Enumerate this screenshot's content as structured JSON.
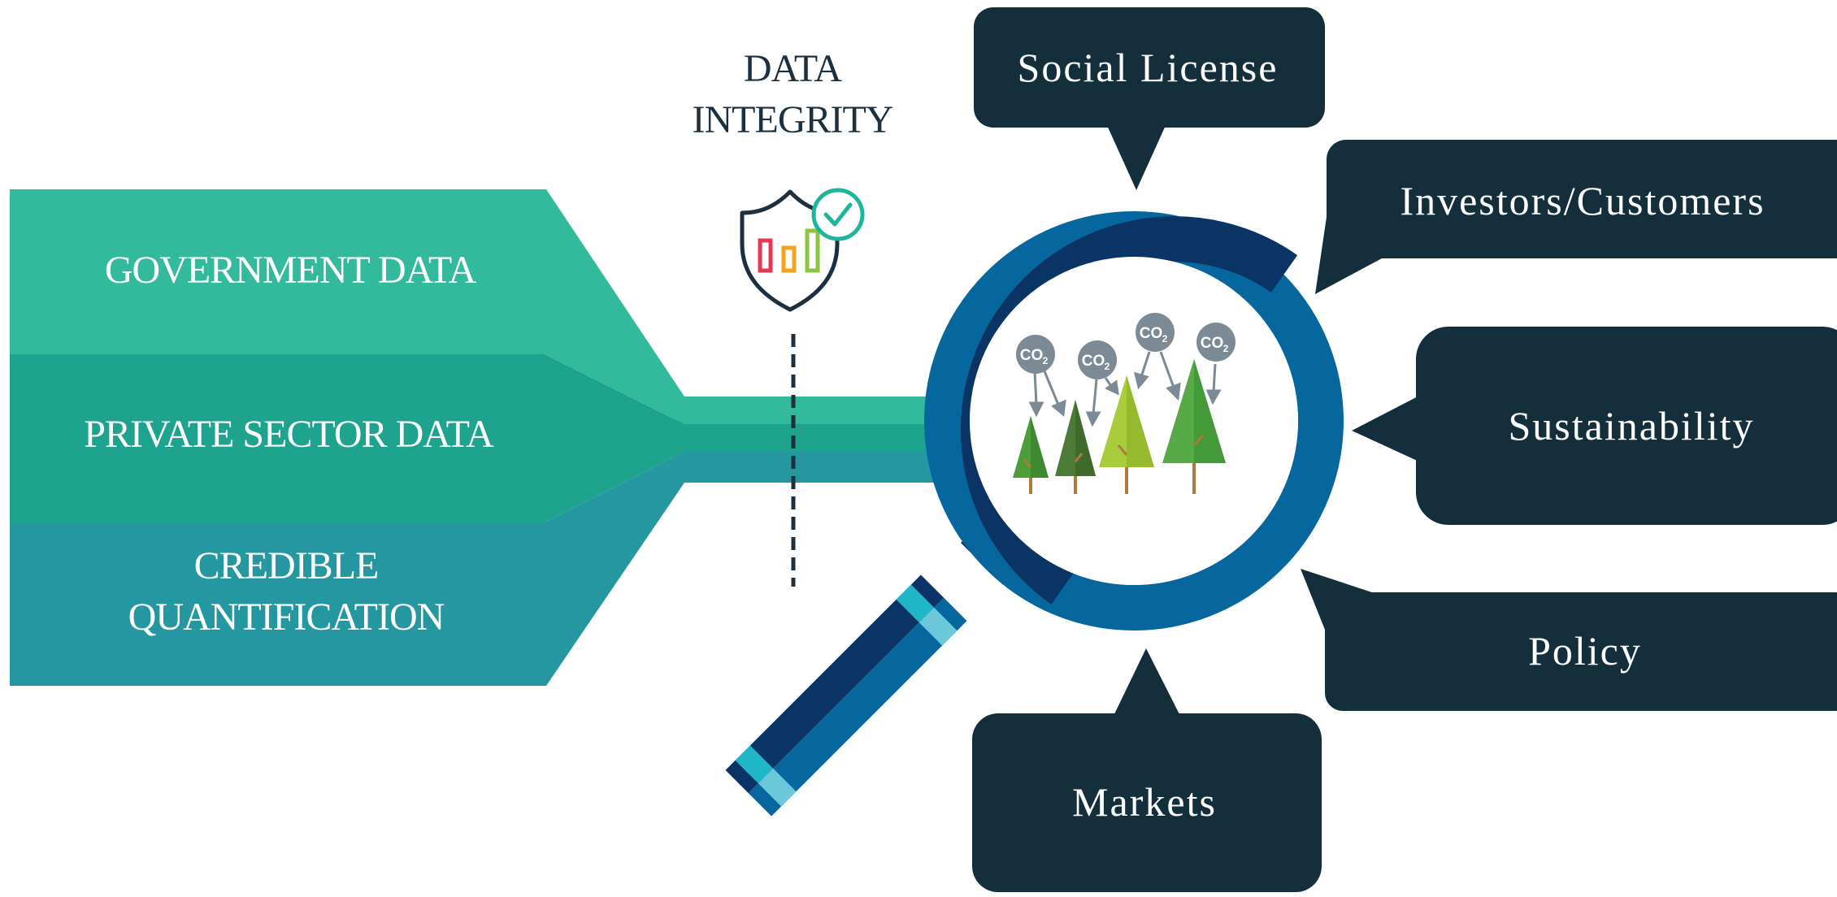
{
  "inputs": {
    "government": "GOVERNMENT DATA",
    "private_sector": "PRIVATE SECTOR DATA",
    "credible_line1": "CREDIBLE",
    "credible_line2": "QUANTIFICATION"
  },
  "data_integrity": {
    "line1": "DATA",
    "line2": "INTEGRITY",
    "icon": "shield-check-chart-icon"
  },
  "lens": {
    "co2_label": "CO",
    "co2_subscript": "2",
    "icon": "magnifying-glass-icon"
  },
  "callouts": {
    "social_license": "Social License",
    "investors_customers": "Investors/Customers",
    "sustainability": "Sustainability",
    "policy": "Policy",
    "markets": "Markets"
  },
  "colors": {
    "teal_light": "#33b99b",
    "teal_mid": "#1ea38f",
    "teal_dark": "#2597a0",
    "navy_dark": "#0b3466",
    "blue_ring": "#05679e",
    "callout_bg": "#142f3b",
    "text_dark": "#1c3040"
  }
}
